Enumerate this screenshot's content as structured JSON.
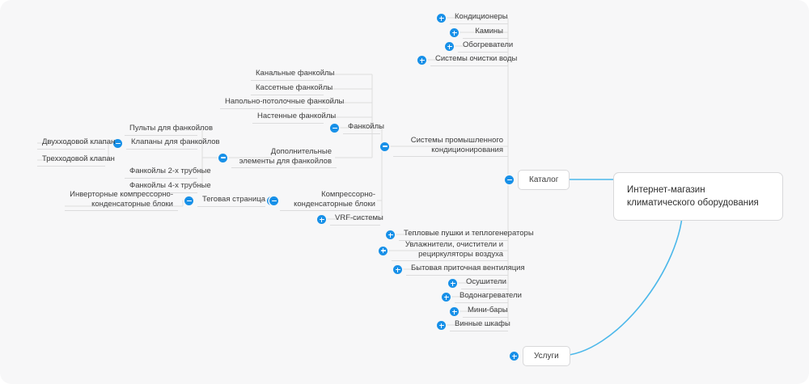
{
  "diagram": {
    "type": "mindmap",
    "title": "Интернет-магазин климатического оборудования",
    "background_color": "#f7f7f8",
    "accent_color": "#1790e8",
    "edge_color": "#4cb8ea",
    "connector_color": "#dcdcdd"
  },
  "root": {
    "label": "Интернет-магазин климатического оборудования",
    "icon": "none"
  },
  "branches": [
    {
      "label": "Каталог",
      "icon": "minus-icon",
      "state": "expanded"
    },
    {
      "label": "Услуги",
      "icon": "plus-icon",
      "state": "collapsed"
    }
  ],
  "catalog_items": [
    {
      "label": "Кондиционеры",
      "icon": "plus-icon"
    },
    {
      "label": "Камины",
      "icon": "plus-icon"
    },
    {
      "label": "Обогреватели",
      "icon": "plus-icon"
    },
    {
      "label": "Системы очистки воды",
      "icon": "plus-icon"
    },
    {
      "label": "Системы промышленного кондиционирования",
      "icon": "minus-icon"
    },
    {
      "label": "Тепловые пушки и теплогенераторы",
      "icon": "plus-icon"
    },
    {
      "label": "Увлажнители, очистители и рециркуляторы воздуха",
      "icon": "plus-icon"
    },
    {
      "label": "Бытовая приточная вентиляция",
      "icon": "plus-icon"
    },
    {
      "label": "Осушители",
      "icon": "plus-icon"
    },
    {
      "label": "Водонагреватели",
      "icon": "plus-icon"
    },
    {
      "label": "Мини-бары",
      "icon": "plus-icon"
    },
    {
      "label": "Винные шкафы",
      "icon": "plus-icon"
    }
  ],
  "industrial_items": [
    {
      "label": "Фанкойлы",
      "icon": "minus-icon"
    },
    {
      "label": "Компрессорно-конденсаторные блоки",
      "icon": "minus-icon"
    },
    {
      "label": "VRF-системы",
      "icon": "plus-icon"
    }
  ],
  "fancoil_items": [
    {
      "label": "Канальные фанкойлы",
      "icon": "none"
    },
    {
      "label": "Кассетные фанкойлы",
      "icon": "none"
    },
    {
      "label": "Напольно-потолочные фанкойлы",
      "icon": "none"
    },
    {
      "label": "Настенные фанкойлы",
      "icon": "none"
    },
    {
      "label": "Дополнительные элементы для фанкойлов",
      "icon": "minus-icon"
    }
  ],
  "fancoil_extras": [
    {
      "label": "Пульты для фанкойлов",
      "icon": "none"
    },
    {
      "label": "Клапаны для фанкойлов",
      "icon": "minus-icon"
    },
    {
      "label": "Фанкойлы 2-х трубные",
      "icon": "none"
    },
    {
      "label": "Фанкойлы 4-х трубные",
      "icon": "none"
    }
  ],
  "valve_items": [
    {
      "label": "Двухходовой клапан",
      "icon": "none"
    },
    {
      "label": "Трехходовой клапан",
      "icon": "none"
    }
  ],
  "ccb_items": [
    {
      "label": "Теговая страница",
      "icon_left": "minus-icon",
      "icon_right": "minus-icon"
    },
    {
      "label": "Инверторные компрессорно-конденсаторные блоки",
      "icon": "none"
    }
  ]
}
